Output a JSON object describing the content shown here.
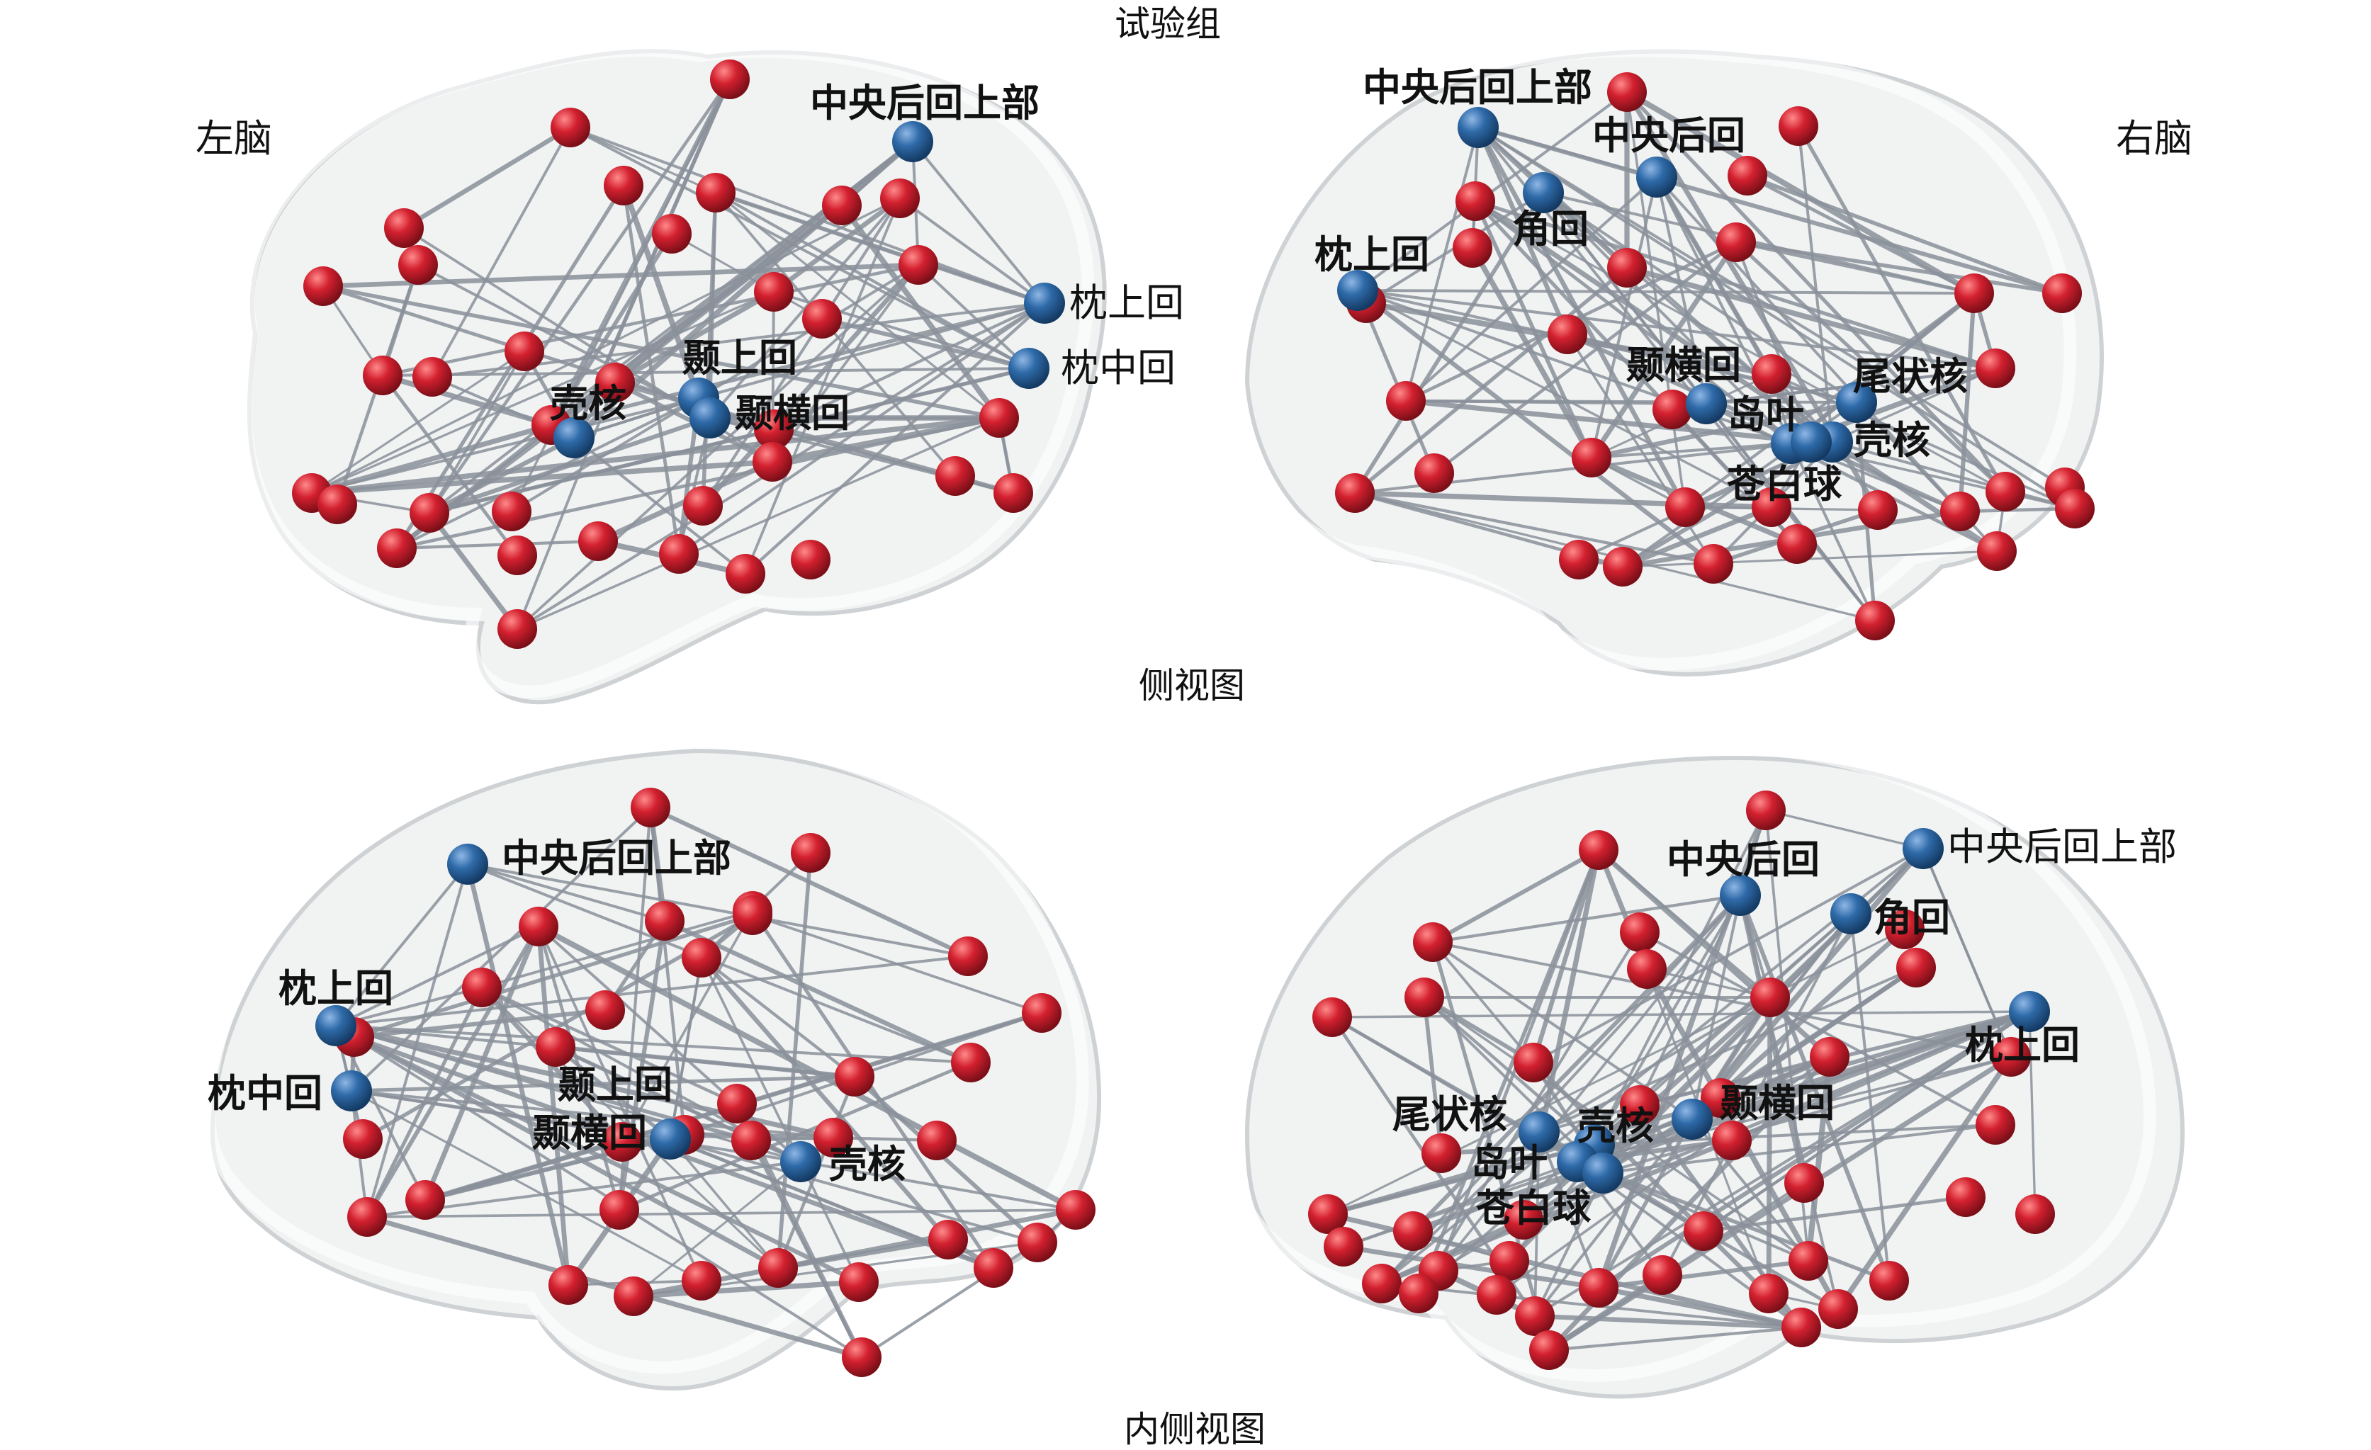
{
  "figure": {
    "title": "试验组",
    "caption_lateral": "侧视图",
    "caption_medial": "内侧视图",
    "left_hemisphere": "左脑",
    "right_hemisphere": "右脑"
  },
  "colors": {
    "normal_node": "#d3202f",
    "hub_node": "#2e6aa8",
    "edge": "#8a909a",
    "brain_fill": "#eceeee",
    "brain_stroke": "#cfd2d4"
  },
  "panels": [
    {
      "id": "left-lateral",
      "labels": [
        "中央后回上部",
        "枕上回",
        "枕中回",
        "颞上回",
        "壳核",
        "颞横回"
      ]
    },
    {
      "id": "right-lateral",
      "labels": [
        "中央后回上部",
        "中央后回",
        "角回",
        "枕上回",
        "颞横回",
        "尾状核",
        "岛叶",
        "壳核",
        "苍白球"
      ]
    },
    {
      "id": "left-medial",
      "labels": [
        "中央后回上部",
        "枕上回",
        "枕中回",
        "颞上回",
        "颞横回",
        "壳核"
      ]
    },
    {
      "id": "right-medial",
      "labels": [
        "中央后回",
        "中央后回上部",
        "角回",
        "枕上回",
        "尾状核",
        "壳核",
        "颞横回",
        "岛叶",
        "苍白球"
      ]
    }
  ]
}
